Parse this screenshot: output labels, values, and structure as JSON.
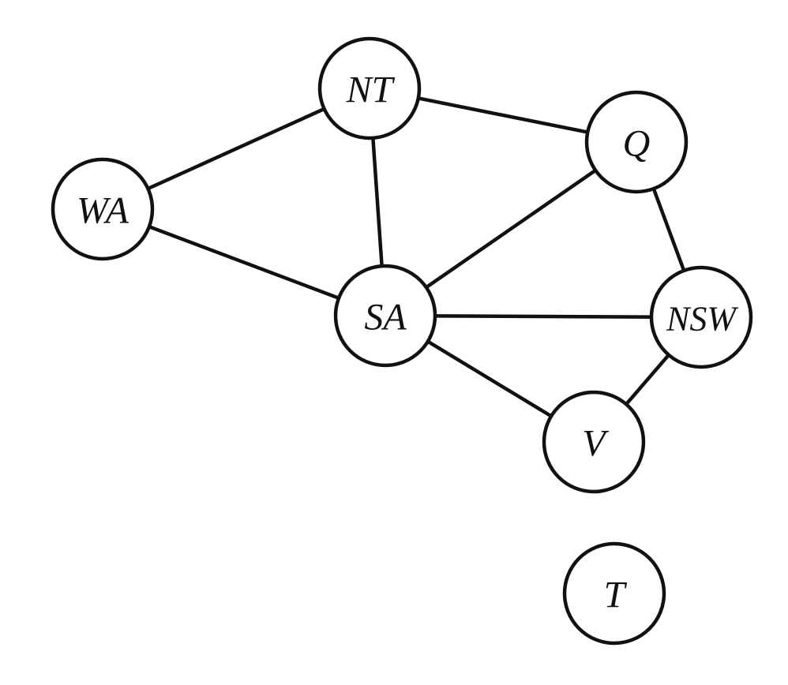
{
  "nodes": [
    {
      "id": "WA",
      "label": "WA"
    },
    {
      "id": "NT",
      "label": "NT"
    },
    {
      "id": "Q",
      "label": "Q"
    },
    {
      "id": "SA",
      "label": "SA"
    },
    {
      "id": "NSW",
      "label": "NSW"
    },
    {
      "id": "V",
      "label": "V"
    },
    {
      "id": "T",
      "label": "T"
    }
  ],
  "edges": [
    [
      "WA",
      "NT"
    ],
    [
      "WA",
      "SA"
    ],
    [
      "NT",
      "SA"
    ],
    [
      "NT",
      "Q"
    ],
    [
      "SA",
      "Q"
    ],
    [
      "SA",
      "NSW"
    ],
    [
      "SA",
      "V"
    ],
    [
      "Q",
      "NSW"
    ],
    [
      "NSW",
      "V"
    ]
  ]
}
